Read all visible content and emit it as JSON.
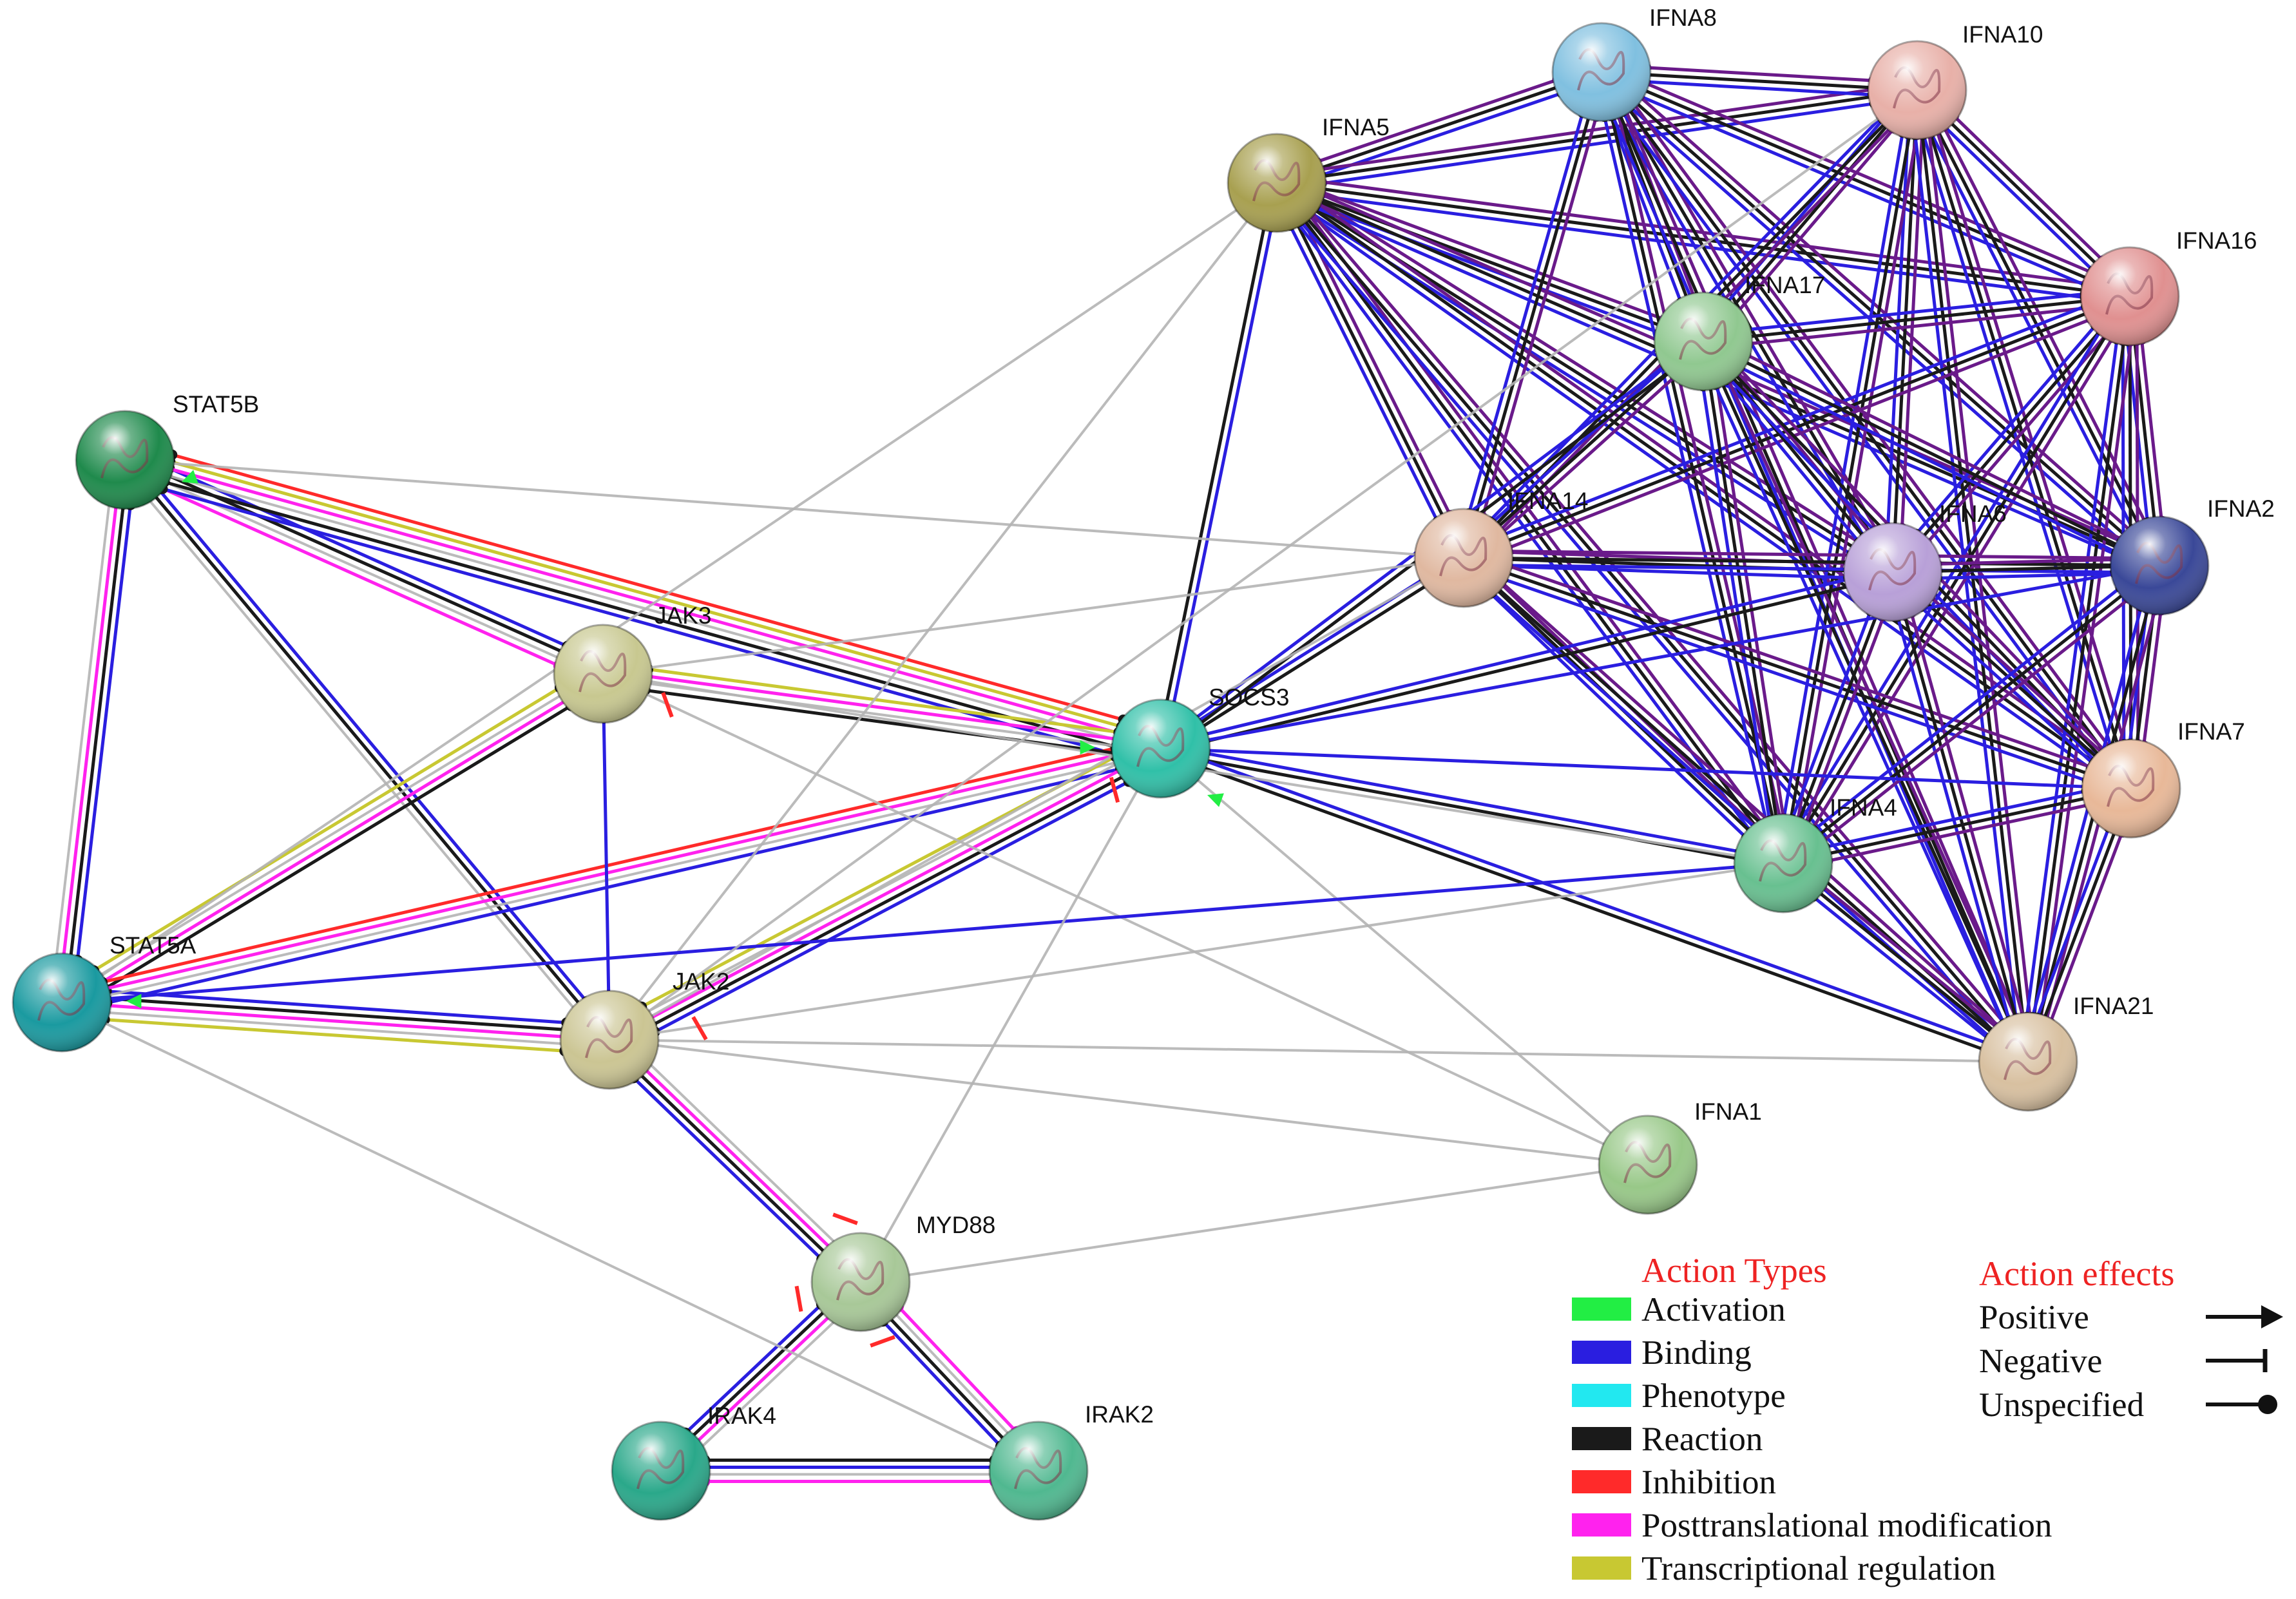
{
  "colors": {
    "activation": "#22ee44",
    "binding": "#2a1ee0",
    "phenotype": "#22e8f0",
    "reaction": "#1a1a1a",
    "inhibition": "#ff2a2a",
    "ptm": "#ff22ee",
    "transcriptional": "#c8c832",
    "coexpression": "#b4b4b4",
    "interferon_mesh": "#6a1a8a",
    "legend_heading": "#ee2222"
  },
  "nodes": [
    {
      "id": "STAT5B",
      "label": "STAT5B",
      "color": "#1f8a4c"
    },
    {
      "id": "STAT5A",
      "label": "STAT5A",
      "color": "#1a9aa0"
    },
    {
      "id": "JAK3",
      "label": "JAK3",
      "color": "#c8c890"
    },
    {
      "id": "JAK2",
      "label": "JAK2",
      "color": "#cbc593"
    },
    {
      "id": "SOCS3",
      "label": "SOCS3",
      "color": "#30c0a8"
    },
    {
      "id": "MYD88",
      "label": "MYD88",
      "color": "#a8c898"
    },
    {
      "id": "IRAK4",
      "label": "IRAK4",
      "color": "#2aa88a"
    },
    {
      "id": "IRAK2",
      "label": "IRAK2",
      "color": "#50b890"
    },
    {
      "id": "IFNA1",
      "label": "IFNA1",
      "color": "#98c888"
    },
    {
      "id": "IFNA5",
      "label": "IFNA5",
      "color": "#a8a050"
    },
    {
      "id": "IFNA8",
      "label": "IFNA8",
      "color": "#80c0e0"
    },
    {
      "id": "IFNA10",
      "label": "IFNA10",
      "color": "#e8b0a8"
    },
    {
      "id": "IFNA16",
      "label": "IFNA16",
      "color": "#e09090"
    },
    {
      "id": "IFNA17",
      "label": "IFNA17",
      "color": "#90c890"
    },
    {
      "id": "IFNA14",
      "label": "IFNA14",
      "color": "#e0b8a0"
    },
    {
      "id": "IFNA6",
      "label": "IFNA6",
      "color": "#b8a0d8"
    },
    {
      "id": "IFNA2",
      "label": "IFNA2",
      "color": "#3a4898"
    },
    {
      "id": "IFNA7",
      "label": "IFNA7",
      "color": "#e8b898"
    },
    {
      "id": "IFNA4",
      "label": "IFNA4",
      "color": "#68c090"
    },
    {
      "id": "IFNA21",
      "label": "IFNA21",
      "color": "#d8c0a0"
    }
  ],
  "edges": [
    {
      "a": "STAT5B",
      "b": "STAT5A",
      "types": [
        "binding",
        "reaction",
        "ptm",
        "coexpression"
      ]
    },
    {
      "a": "STAT5B",
      "b": "JAK3",
      "types": [
        "binding",
        "reaction",
        "coexpression",
        "ptm"
      ]
    },
    {
      "a": "STAT5B",
      "b": "JAK2",
      "types": [
        "binding",
        "reaction",
        "coexpression"
      ]
    },
    {
      "a": "STAT5B",
      "b": "SOCS3",
      "types": [
        "inhibition",
        "transcriptional",
        "ptm",
        "coexpression",
        "reaction",
        "binding"
      ]
    },
    {
      "a": "STAT5A",
      "b": "JAK3",
      "types": [
        "transcriptional",
        "coexpression",
        "ptm",
        "reaction"
      ]
    },
    {
      "a": "STAT5A",
      "b": "JAK2",
      "types": [
        "binding",
        "reaction",
        "ptm",
        "coexpression",
        "transcriptional"
      ]
    },
    {
      "a": "STAT5A",
      "b": "SOCS3",
      "types": [
        "inhibition",
        "ptm",
        "coexpression",
        "binding"
      ]
    },
    {
      "a": "JAK3",
      "b": "SOCS3",
      "types": [
        "transcriptional",
        "ptm",
        "coexpression",
        "reaction"
      ]
    },
    {
      "a": "JAK3",
      "b": "JAK2",
      "types": [
        "binding"
      ]
    },
    {
      "a": "JAK2",
      "b": "SOCS3",
      "types": [
        "transcriptional",
        "coexpression",
        "ptm",
        "reaction",
        "binding"
      ]
    },
    {
      "a": "JAK2",
      "b": "MYD88",
      "types": [
        "coexpression",
        "ptm",
        "reaction",
        "binding"
      ]
    },
    {
      "a": "MYD88",
      "b": "IRAK4",
      "types": [
        "coexpression",
        "ptm",
        "reaction",
        "binding"
      ]
    },
    {
      "a": "MYD88",
      "b": "IRAK2",
      "types": [
        "ptm",
        "coexpression",
        "reaction",
        "binding"
      ]
    },
    {
      "a": "IRAK4",
      "b": "IRAK2",
      "types": [
        "reaction",
        "binding",
        "coexpression",
        "ptm"
      ]
    },
    {
      "a": "SOCS3",
      "b": "IFNA5",
      "types": [
        "reaction",
        "binding"
      ]
    },
    {
      "a": "SOCS3",
      "b": "IFNA14",
      "types": [
        "binding",
        "reaction"
      ]
    },
    {
      "a": "SOCS3",
      "b": "IFNA17",
      "types": [
        "binding",
        "reaction"
      ]
    },
    {
      "a": "SOCS3",
      "b": "IFNA6",
      "types": [
        "binding",
        "reaction"
      ]
    },
    {
      "a": "SOCS3",
      "b": "IFNA4",
      "types": [
        "binding",
        "reaction"
      ]
    },
    {
      "a": "SOCS3",
      "b": "IFNA21",
      "types": [
        "binding",
        "reaction"
      ]
    },
    {
      "a": "SOCS3",
      "b": "IFNA7",
      "types": [
        "binding"
      ]
    },
    {
      "a": "SOCS3",
      "b": "IFNA2",
      "types": [
        "binding"
      ]
    },
    {
      "a": "SOCS3",
      "b": "IFNA1",
      "types": [
        "coexpression"
      ]
    },
    {
      "a": "JAK2",
      "b": "IFNA1",
      "types": [
        "coexpression"
      ]
    },
    {
      "a": "JAK2",
      "b": "IFNA21",
      "types": [
        "coexpression"
      ]
    },
    {
      "a": "JAK2",
      "b": "IFNA4",
      "types": [
        "coexpression"
      ]
    },
    {
      "a": "JAK2",
      "b": "IFNA14",
      "types": [
        "coexpression"
      ]
    },
    {
      "a": "JAK2",
      "b": "IFNA5",
      "types": [
        "coexpression"
      ]
    },
    {
      "a": "JAK3",
      "b": "IFNA1",
      "types": [
        "coexpression"
      ]
    },
    {
      "a": "JAK3",
      "b": "IFNA14",
      "types": [
        "coexpression"
      ]
    },
    {
      "a": "JAK3",
      "b": "IFNA4",
      "types": [
        "coexpression"
      ]
    },
    {
      "a": "STAT5A",
      "b": "IFNA4",
      "types": [
        "binding"
      ]
    },
    {
      "a": "STAT5A",
      "b": "IFNA5",
      "types": [
        "coexpression"
      ]
    },
    {
      "a": "STAT5A",
      "b": "IRAK2",
      "types": [
        "coexpression"
      ]
    },
    {
      "a": "MYD88",
      "b": "IFNA1",
      "types": [
        "coexpression"
      ]
    },
    {
      "a": "MYD88",
      "b": "SOCS3",
      "types": [
        "coexpression"
      ]
    },
    {
      "a": "JAK2",
      "b": "IFNA10",
      "types": [
        "coexpression"
      ]
    },
    {
      "a": "STAT5B",
      "b": "IFNA14",
      "types": [
        "coexpression"
      ]
    }
  ],
  "ifn_cluster": [
    "IFNA5",
    "IFNA8",
    "IFNA10",
    "IFNA16",
    "IFNA17",
    "IFNA14",
    "IFNA6",
    "IFNA2",
    "IFNA7",
    "IFNA4",
    "IFNA21"
  ],
  "ifn_edge_types": [
    "interferon_mesh",
    "reaction",
    "binding"
  ],
  "legend": {
    "types_heading": "Action Types",
    "types": [
      {
        "key": "activation",
        "label": "Activation"
      },
      {
        "key": "binding",
        "label": "Binding"
      },
      {
        "key": "phenotype",
        "label": "Phenotype"
      },
      {
        "key": "reaction",
        "label": "Reaction"
      },
      {
        "key": "inhibition",
        "label": "Inhibition"
      },
      {
        "key": "ptm",
        "label": "Posttranslational modification"
      },
      {
        "key": "transcriptional",
        "label": "Transcriptional regulation"
      }
    ],
    "effects_heading": "Action effects",
    "effects": [
      {
        "key": "positive",
        "label": "Positive",
        "marker": "arrow"
      },
      {
        "key": "negative",
        "label": "Negative",
        "marker": "bar"
      },
      {
        "key": "unspecified",
        "label": "Unspecified",
        "marker": "dot"
      }
    ]
  }
}
